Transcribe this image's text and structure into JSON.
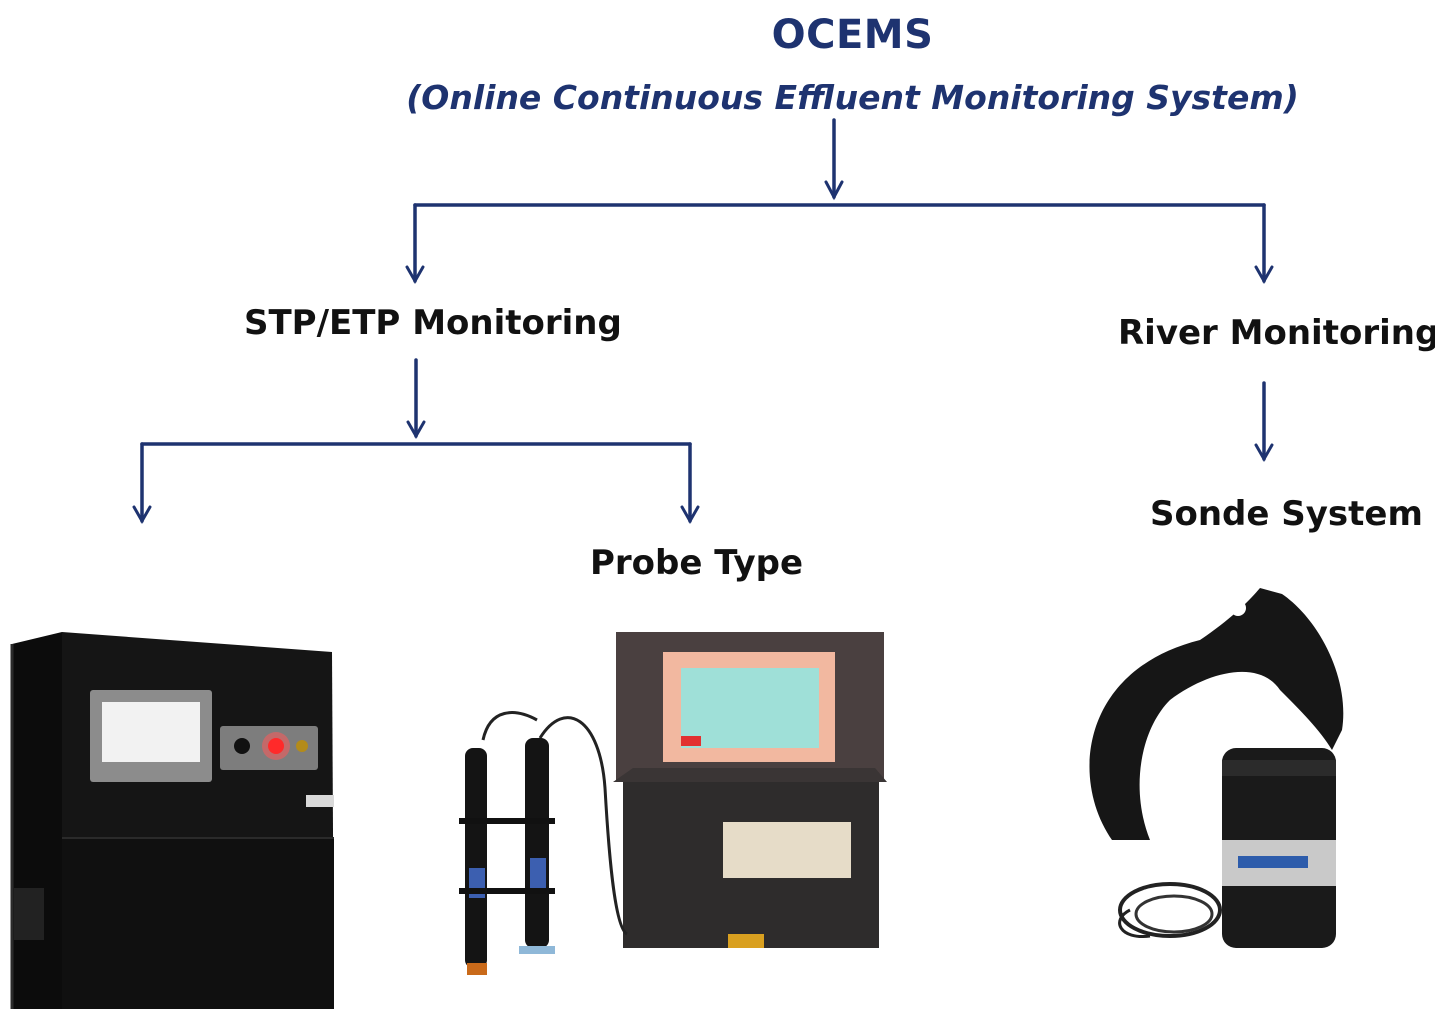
{
  "header": {
    "title": "OCEMS",
    "subtitle": "(Online Continuous Effluent Monitoring System)"
  },
  "nodes": {
    "stp_etp": "STP/ETP Monitoring",
    "river": "River Monitoring",
    "probe_type": "Probe Type",
    "sonde_system": "Sonde System"
  },
  "colors": {
    "title": "#1e3370",
    "connector": "#1e3370",
    "label": "#111111",
    "analyzer_cabinet": "#151515",
    "probe_cabinet": "#3a3636",
    "touchscreen": "#9fe0d8",
    "indicator_light": "#ff2a2a",
    "sonde_brand_band": "#c9c9c9"
  },
  "photos": {
    "analyzer_cabinet": "analyzer-cabinet-photo",
    "probe_type_panel": "probe-panel-photo",
    "sonde_system": "sonde-photo"
  }
}
